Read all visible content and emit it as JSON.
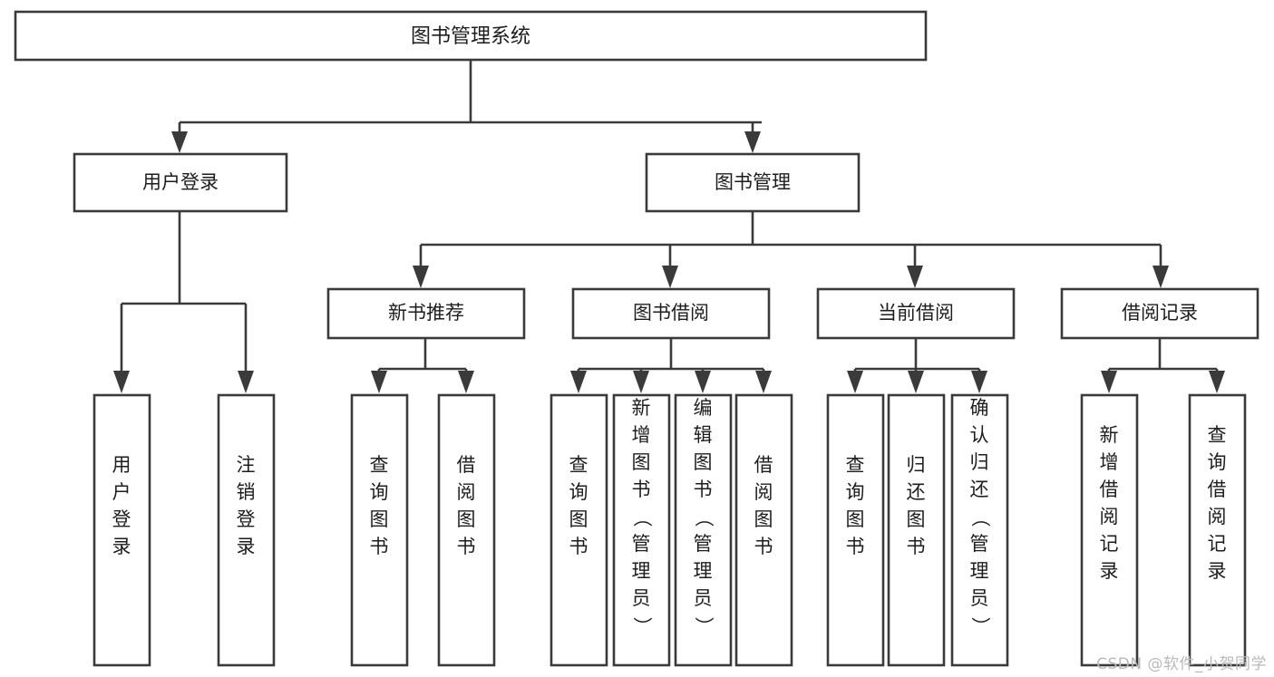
{
  "diagram": {
    "type": "tree",
    "title": "图书管理系统",
    "watermark": "CSDN @软件_小贺同学",
    "colors": {
      "box_stroke": "#3a3a3a",
      "box_fill": "#ffffff",
      "text": "#1d1d1d",
      "background": "#ffffff",
      "watermark": "#b9b9b9"
    },
    "levels": {
      "root": "图书管理系统",
      "level2": [
        "用户登录",
        "图书管理"
      ],
      "level3": [
        "新书推荐",
        "图书借阅",
        "当前借阅",
        "借阅记录"
      ]
    },
    "nodes": {
      "root": {
        "label": "图书管理系统"
      },
      "user_login": {
        "label": "用户登录"
      },
      "book_manage": {
        "label": "图书管理"
      },
      "new_book_rec": {
        "label": "新书推荐"
      },
      "book_borrow": {
        "label": "图书借阅"
      },
      "current_borrow": {
        "label": "当前借阅"
      },
      "borrow_record": {
        "label": "借阅记录"
      },
      "leaf_1": {
        "label": "用户登录"
      },
      "leaf_2": {
        "label": "注销登录"
      },
      "leaf_3": {
        "label": "查询图书"
      },
      "leaf_4": {
        "label": "借阅图书"
      },
      "leaf_5": {
        "label": "查询图书"
      },
      "leaf_6": {
        "label": "新增图书（管理员）"
      },
      "leaf_7": {
        "label": "编辑图书（管理员）"
      },
      "leaf_8": {
        "label": "借阅图书"
      },
      "leaf_9": {
        "label": "查询图书"
      },
      "leaf_10": {
        "label": "归还图书"
      },
      "leaf_11": {
        "label": "确认归还（管理员）"
      },
      "leaf_12": {
        "label": "新增借阅记录"
      },
      "leaf_13": {
        "label": "查询借阅记录"
      }
    },
    "edges": [
      {
        "from": "root",
        "to": "user_login"
      },
      {
        "from": "root",
        "to": "book_manage"
      },
      {
        "from": "user_login",
        "to": "leaf_1"
      },
      {
        "from": "user_login",
        "to": "leaf_2"
      },
      {
        "from": "book_manage",
        "to": "new_book_rec"
      },
      {
        "from": "book_manage",
        "to": "book_borrow"
      },
      {
        "from": "book_manage",
        "to": "current_borrow"
      },
      {
        "from": "book_manage",
        "to": "borrow_record"
      },
      {
        "from": "new_book_rec",
        "to": "leaf_3"
      },
      {
        "from": "new_book_rec",
        "to": "leaf_4"
      },
      {
        "from": "book_borrow",
        "to": "leaf_5"
      },
      {
        "from": "book_borrow",
        "to": "leaf_6"
      },
      {
        "from": "book_borrow",
        "to": "leaf_7"
      },
      {
        "from": "book_borrow",
        "to": "leaf_8"
      },
      {
        "from": "current_borrow",
        "to": "leaf_9"
      },
      {
        "from": "current_borrow",
        "to": "leaf_10"
      },
      {
        "from": "current_borrow",
        "to": "leaf_11"
      },
      {
        "from": "borrow_record",
        "to": "leaf_12"
      },
      {
        "from": "borrow_record",
        "to": "leaf_13"
      }
    ]
  }
}
